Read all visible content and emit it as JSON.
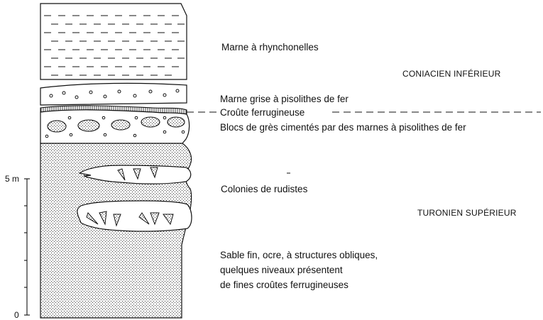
{
  "scale": {
    "top_label": "5 m",
    "bottom_label": "0"
  },
  "layers": [
    {
      "id": "marne-rhynchonelles",
      "label": "Marne à rhynchonelles"
    },
    {
      "id": "marne-grise",
      "label": "Marne grise à pisolithes de fer"
    },
    {
      "id": "croute",
      "label": "Croûte ferrugineuse"
    },
    {
      "id": "blocs",
      "label": "Blocs de grès cimentés par des marnes à pisolithes de fer"
    },
    {
      "id": "rudistes",
      "label": "Colonies de rudistes"
    }
  ],
  "stages": {
    "upper": "CONIACIEN INFÉRIEUR",
    "lower": "TURONIEN SUPÉRIEUR"
  },
  "sable": {
    "line1": "Sable fin, ocre, à structures obliques,",
    "line2": "quelques niveaux présentent",
    "line3": "de fines croûtes ferrugineuses"
  },
  "colors": {
    "ink": "#111111",
    "background": "#ffffff"
  }
}
